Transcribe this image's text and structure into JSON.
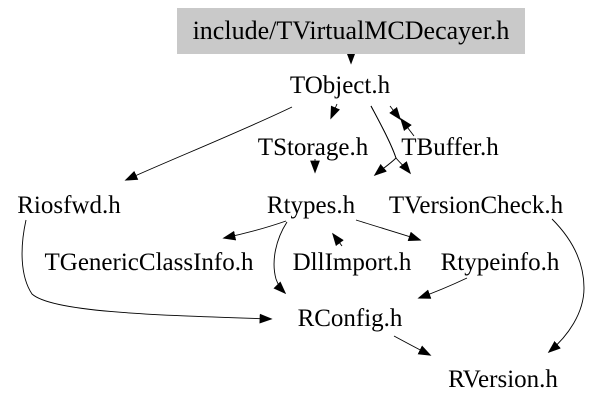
{
  "diagram": {
    "type": "include-dependency-graph",
    "nodes": {
      "decayer": {
        "label": "include/TVirtualMCDecayer.h",
        "highlighted": true
      },
      "tobject": {
        "label": "TObject.h"
      },
      "tstorage": {
        "label": "TStorage.h"
      },
      "tbuffer": {
        "label": "TBuffer.h"
      },
      "riosfwd": {
        "label": "Riosfwd.h"
      },
      "rtypes": {
        "label": "Rtypes.h"
      },
      "tversioncheck": {
        "label": "TVersionCheck.h"
      },
      "tgenericclassinfo": {
        "label": "TGenericClassInfo.h"
      },
      "dllimport": {
        "label": "DllImport.h"
      },
      "rtypeinfo": {
        "label": "Rtypeinfo.h"
      },
      "rconfig": {
        "label": "RConfig.h"
      },
      "rversion": {
        "label": "RVersion.h"
      }
    },
    "edges": [
      {
        "from": "include/TVirtualMCDecayer.h",
        "to": "TObject.h"
      },
      {
        "from": "TObject.h",
        "to": "Riosfwd.h"
      },
      {
        "from": "TObject.h",
        "to": "TStorage.h"
      },
      {
        "from": "TObject.h",
        "to": "TBuffer.h"
      },
      {
        "from": "TBuffer.h",
        "to": "TObject.h"
      },
      {
        "from": "TObject.h",
        "to": "Rtypes.h"
      },
      {
        "from": "TObject.h",
        "to": "TVersionCheck.h"
      },
      {
        "from": "TStorage.h",
        "to": "Rtypes.h"
      },
      {
        "from": "Rtypes.h",
        "to": "TGenericClassInfo.h"
      },
      {
        "from": "Rtypes.h",
        "to": "RConfig.h"
      },
      {
        "from": "DllImport.h",
        "to": "Rtypes.h"
      },
      {
        "from": "Rtypes.h",
        "to": "Rtypeinfo.h"
      },
      {
        "from": "Riosfwd.h",
        "to": "RConfig.h"
      },
      {
        "from": "Rtypeinfo.h",
        "to": "RConfig.h"
      },
      {
        "from": "RConfig.h",
        "to": "RVersion.h"
      },
      {
        "from": "TVersionCheck.h",
        "to": "RVersion.h"
      }
    ]
  },
  "colors": {
    "page_bg": "#ffffff",
    "highlight_node_bg": "#c9c9c9",
    "text": "#000000",
    "edge": "#000000"
  }
}
